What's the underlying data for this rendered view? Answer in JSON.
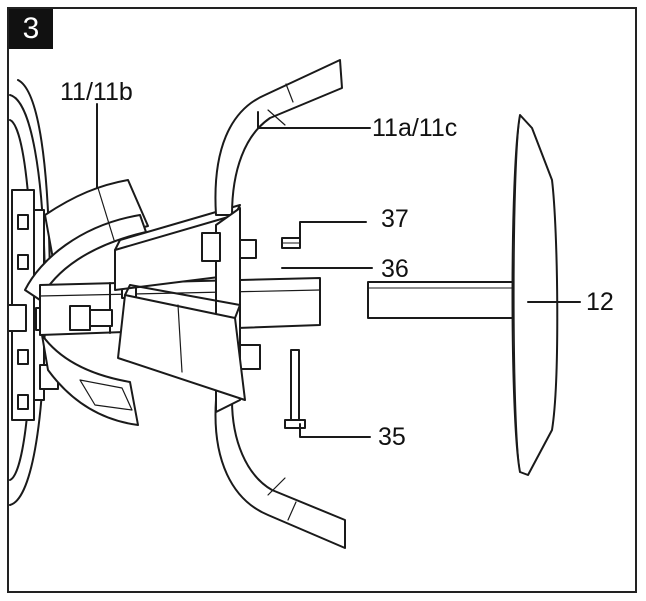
{
  "figure": {
    "step_number": "3",
    "labels": {
      "tine_left": "11/11b",
      "tine_right": "11a/11c",
      "washer": "37",
      "spring_clip": "36",
      "disc_shaft": "12",
      "pin": "35"
    }
  },
  "colors": {
    "ink": "#1a1a1a",
    "fill": "#ffffff",
    "badge": "#111111"
  }
}
